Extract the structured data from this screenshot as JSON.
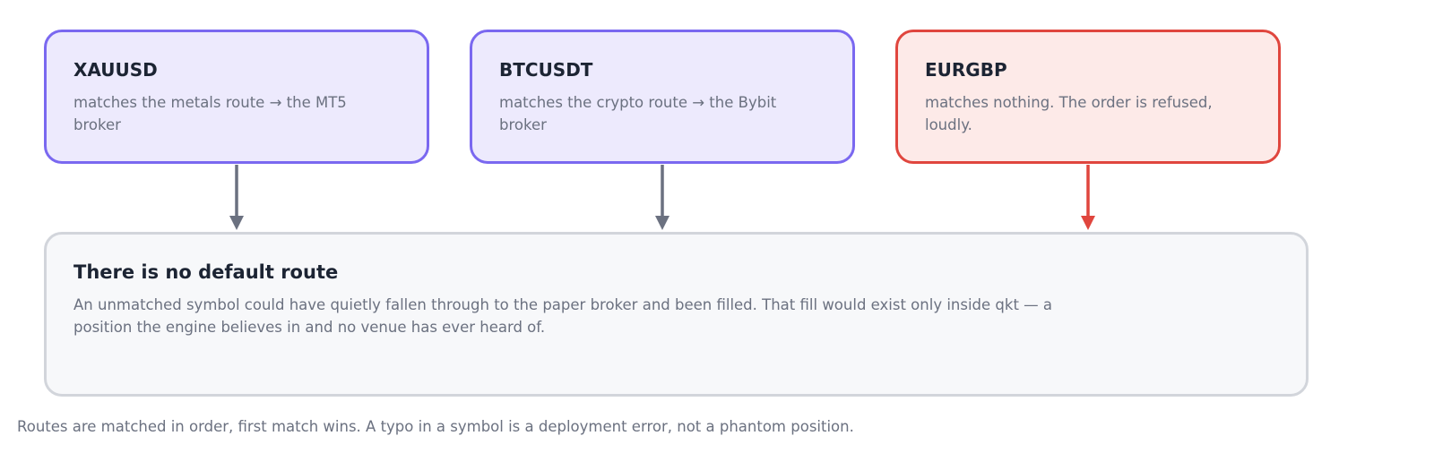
{
  "routes": [
    {
      "symbol": "XAUUSD",
      "description": "matches the metals route → the MT5 broker",
      "status": "matched"
    },
    {
      "symbol": "BTCUSDT",
      "description": "matches the crypto route → the Bybit broker",
      "status": "matched"
    },
    {
      "symbol": "EURGBP",
      "description": "matches nothing. The order is refused, loudly.",
      "status": "refused"
    }
  ],
  "default_route": {
    "title": "There is no default route",
    "body": "An unmatched symbol could have quietly fallen through to the paper broker and been filled. That fill would exist only inside qkt — a position the engine believes in and no venue has ever heard of."
  },
  "footnote": "Routes are matched in order, first match wins. A typo in a symbol is a deployment error, not a phantom position.",
  "colors": {
    "matched_fill": "#edeafd",
    "matched_border": "#7a68f0",
    "refused_fill": "#fdeae8",
    "refused_border": "#e0463e",
    "arrow_gray": "#6b7180",
    "arrow_red": "#e0463e",
    "note_fill": "#f7f8fa",
    "note_border": "#d2d5db"
  }
}
